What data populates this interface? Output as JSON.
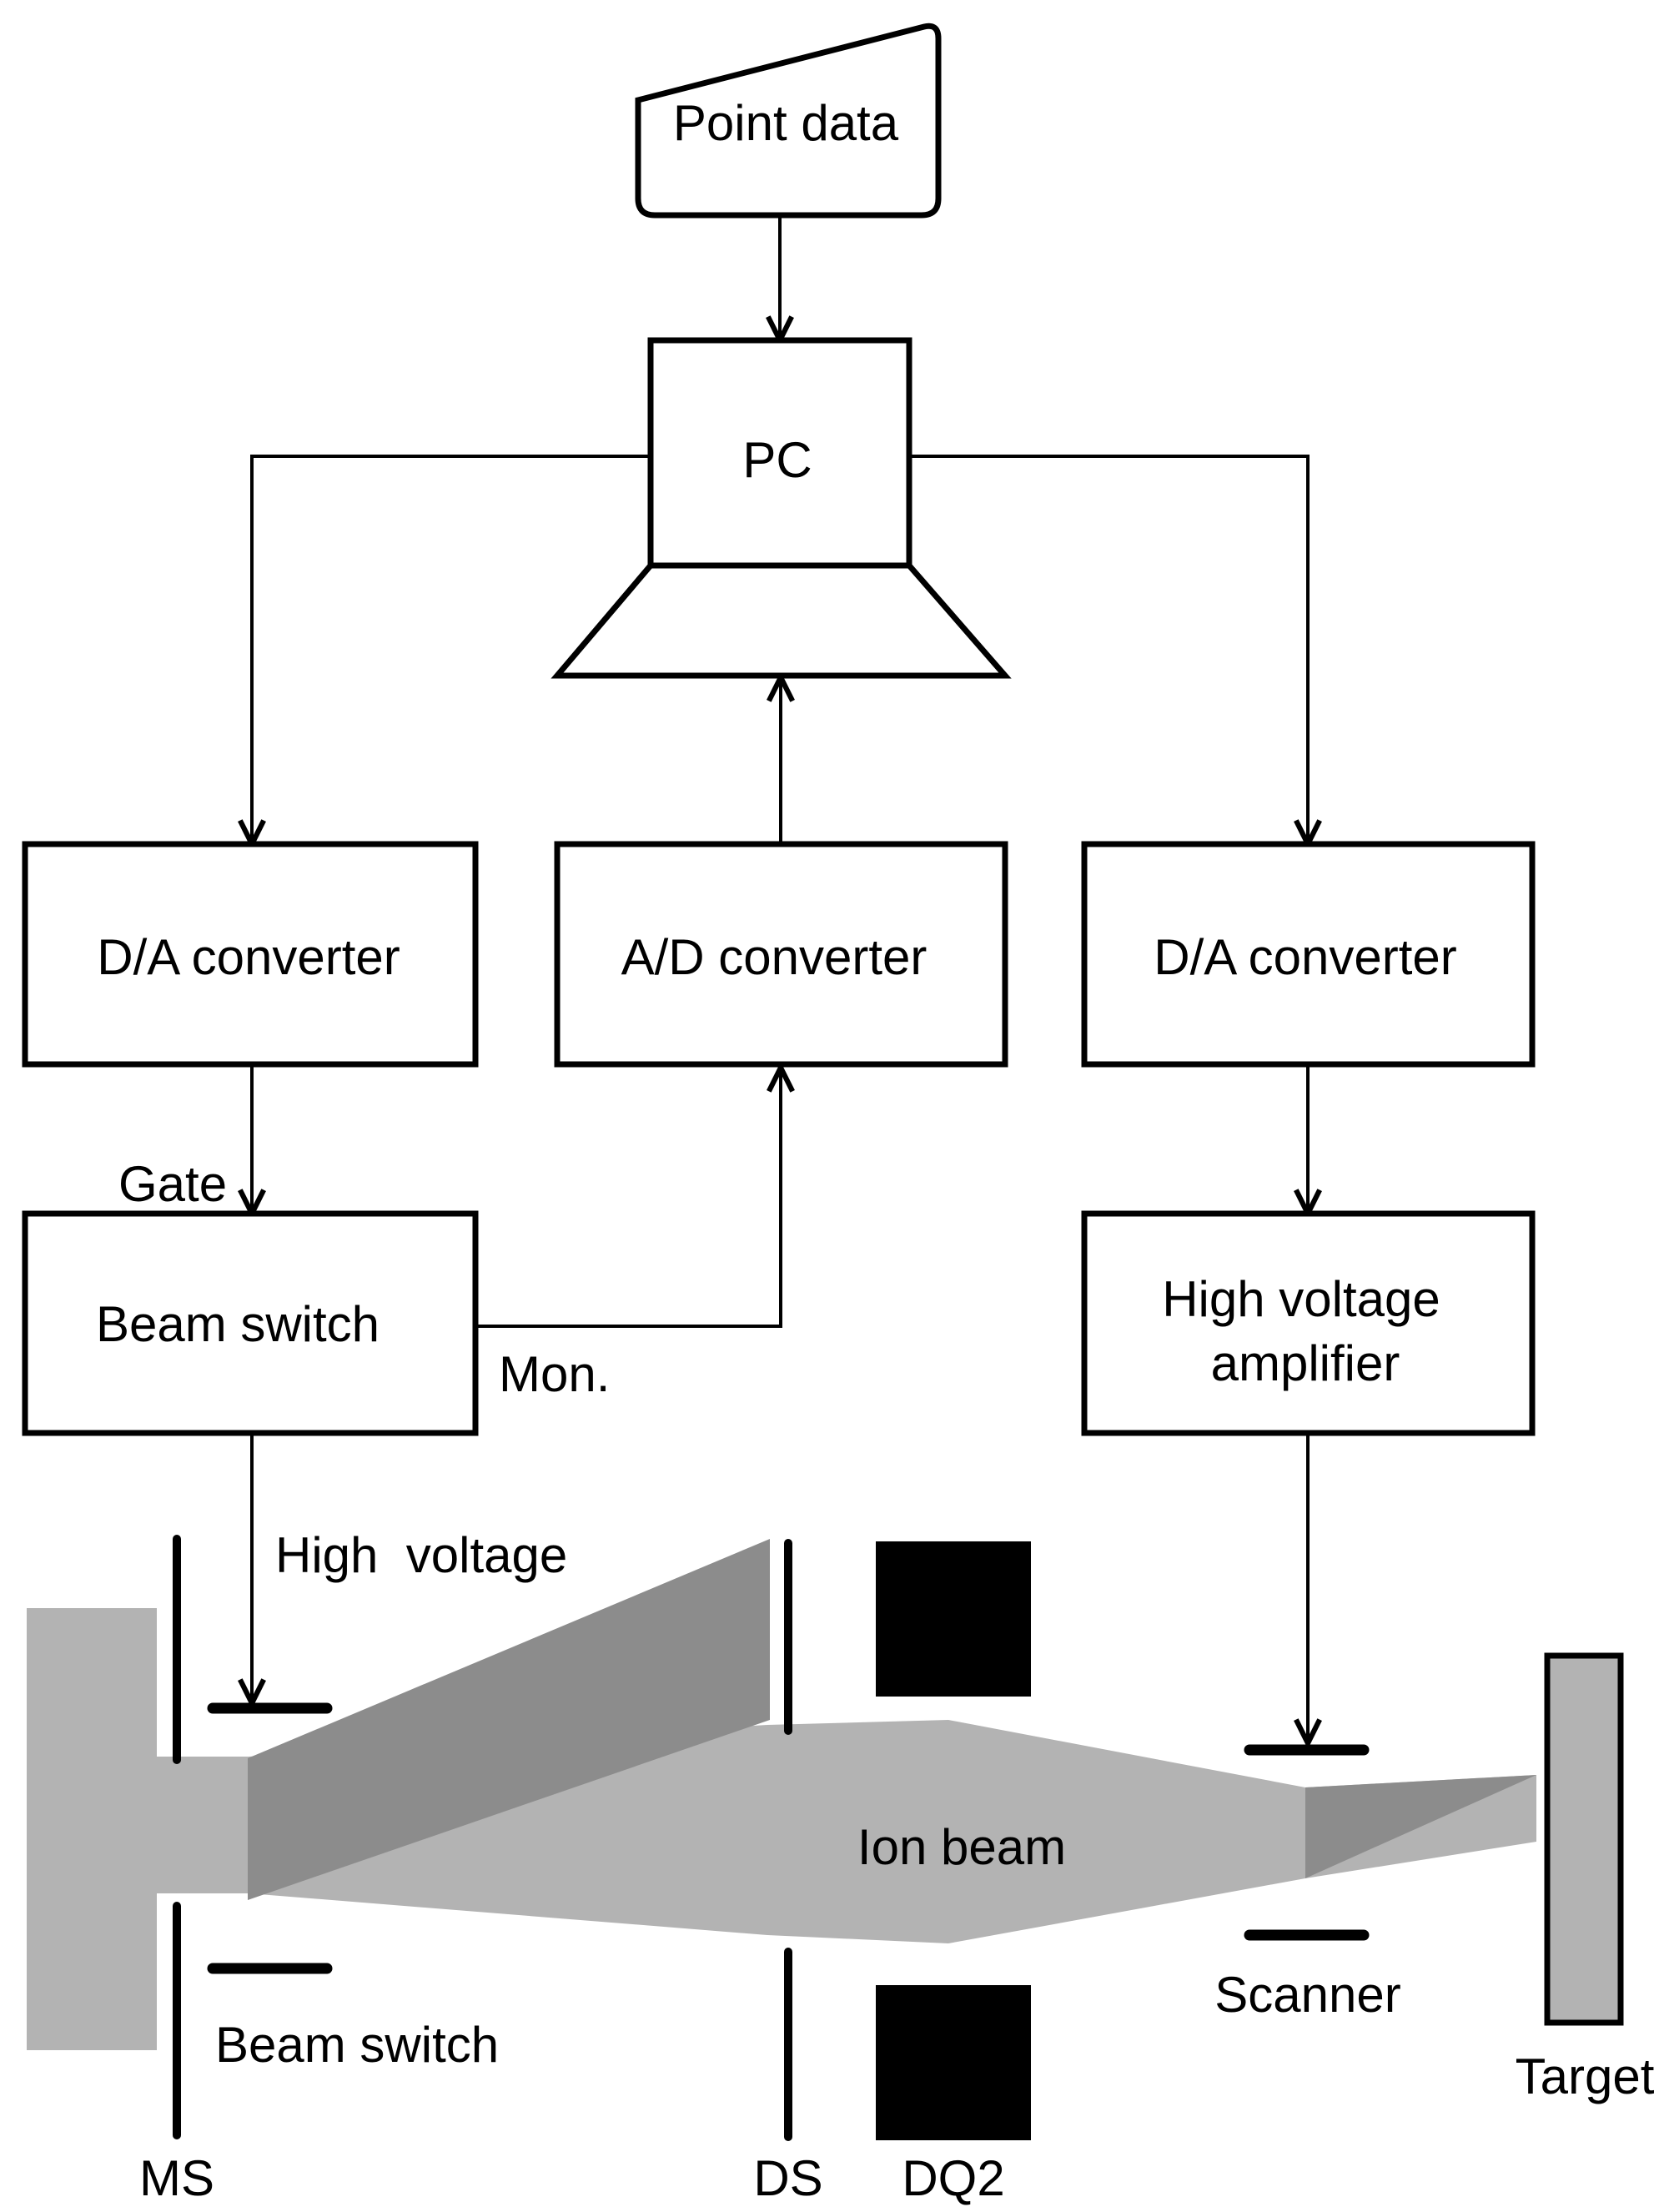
{
  "nodes": {
    "point_data": "Point data",
    "pc": "PC",
    "da_left": "D/A converter",
    "ad": "A/D converter",
    "da_right": "D/A converter",
    "beam_switch_box": "Beam switch",
    "hv_amp_line1": "High voltage",
    "hv_amp_line2": "amplifier"
  },
  "labels": {
    "gate": "Gate",
    "mon": "Mon.",
    "high_voltage": "High  voltage",
    "ion_beam": "Ion beam",
    "beam_switch": "Beam switch",
    "scanner": "Scanner",
    "target": "Target",
    "ms": "MS",
    "ds": "DS",
    "dq2": "DQ2"
  },
  "colors": {
    "beam_light": "#b3b3b3",
    "beam_dark": "#8c8c8c",
    "source": "#b3b3b3",
    "target": "#b3b3b3",
    "magnet": "#000000",
    "ion_beam_text": "#ffffff"
  }
}
